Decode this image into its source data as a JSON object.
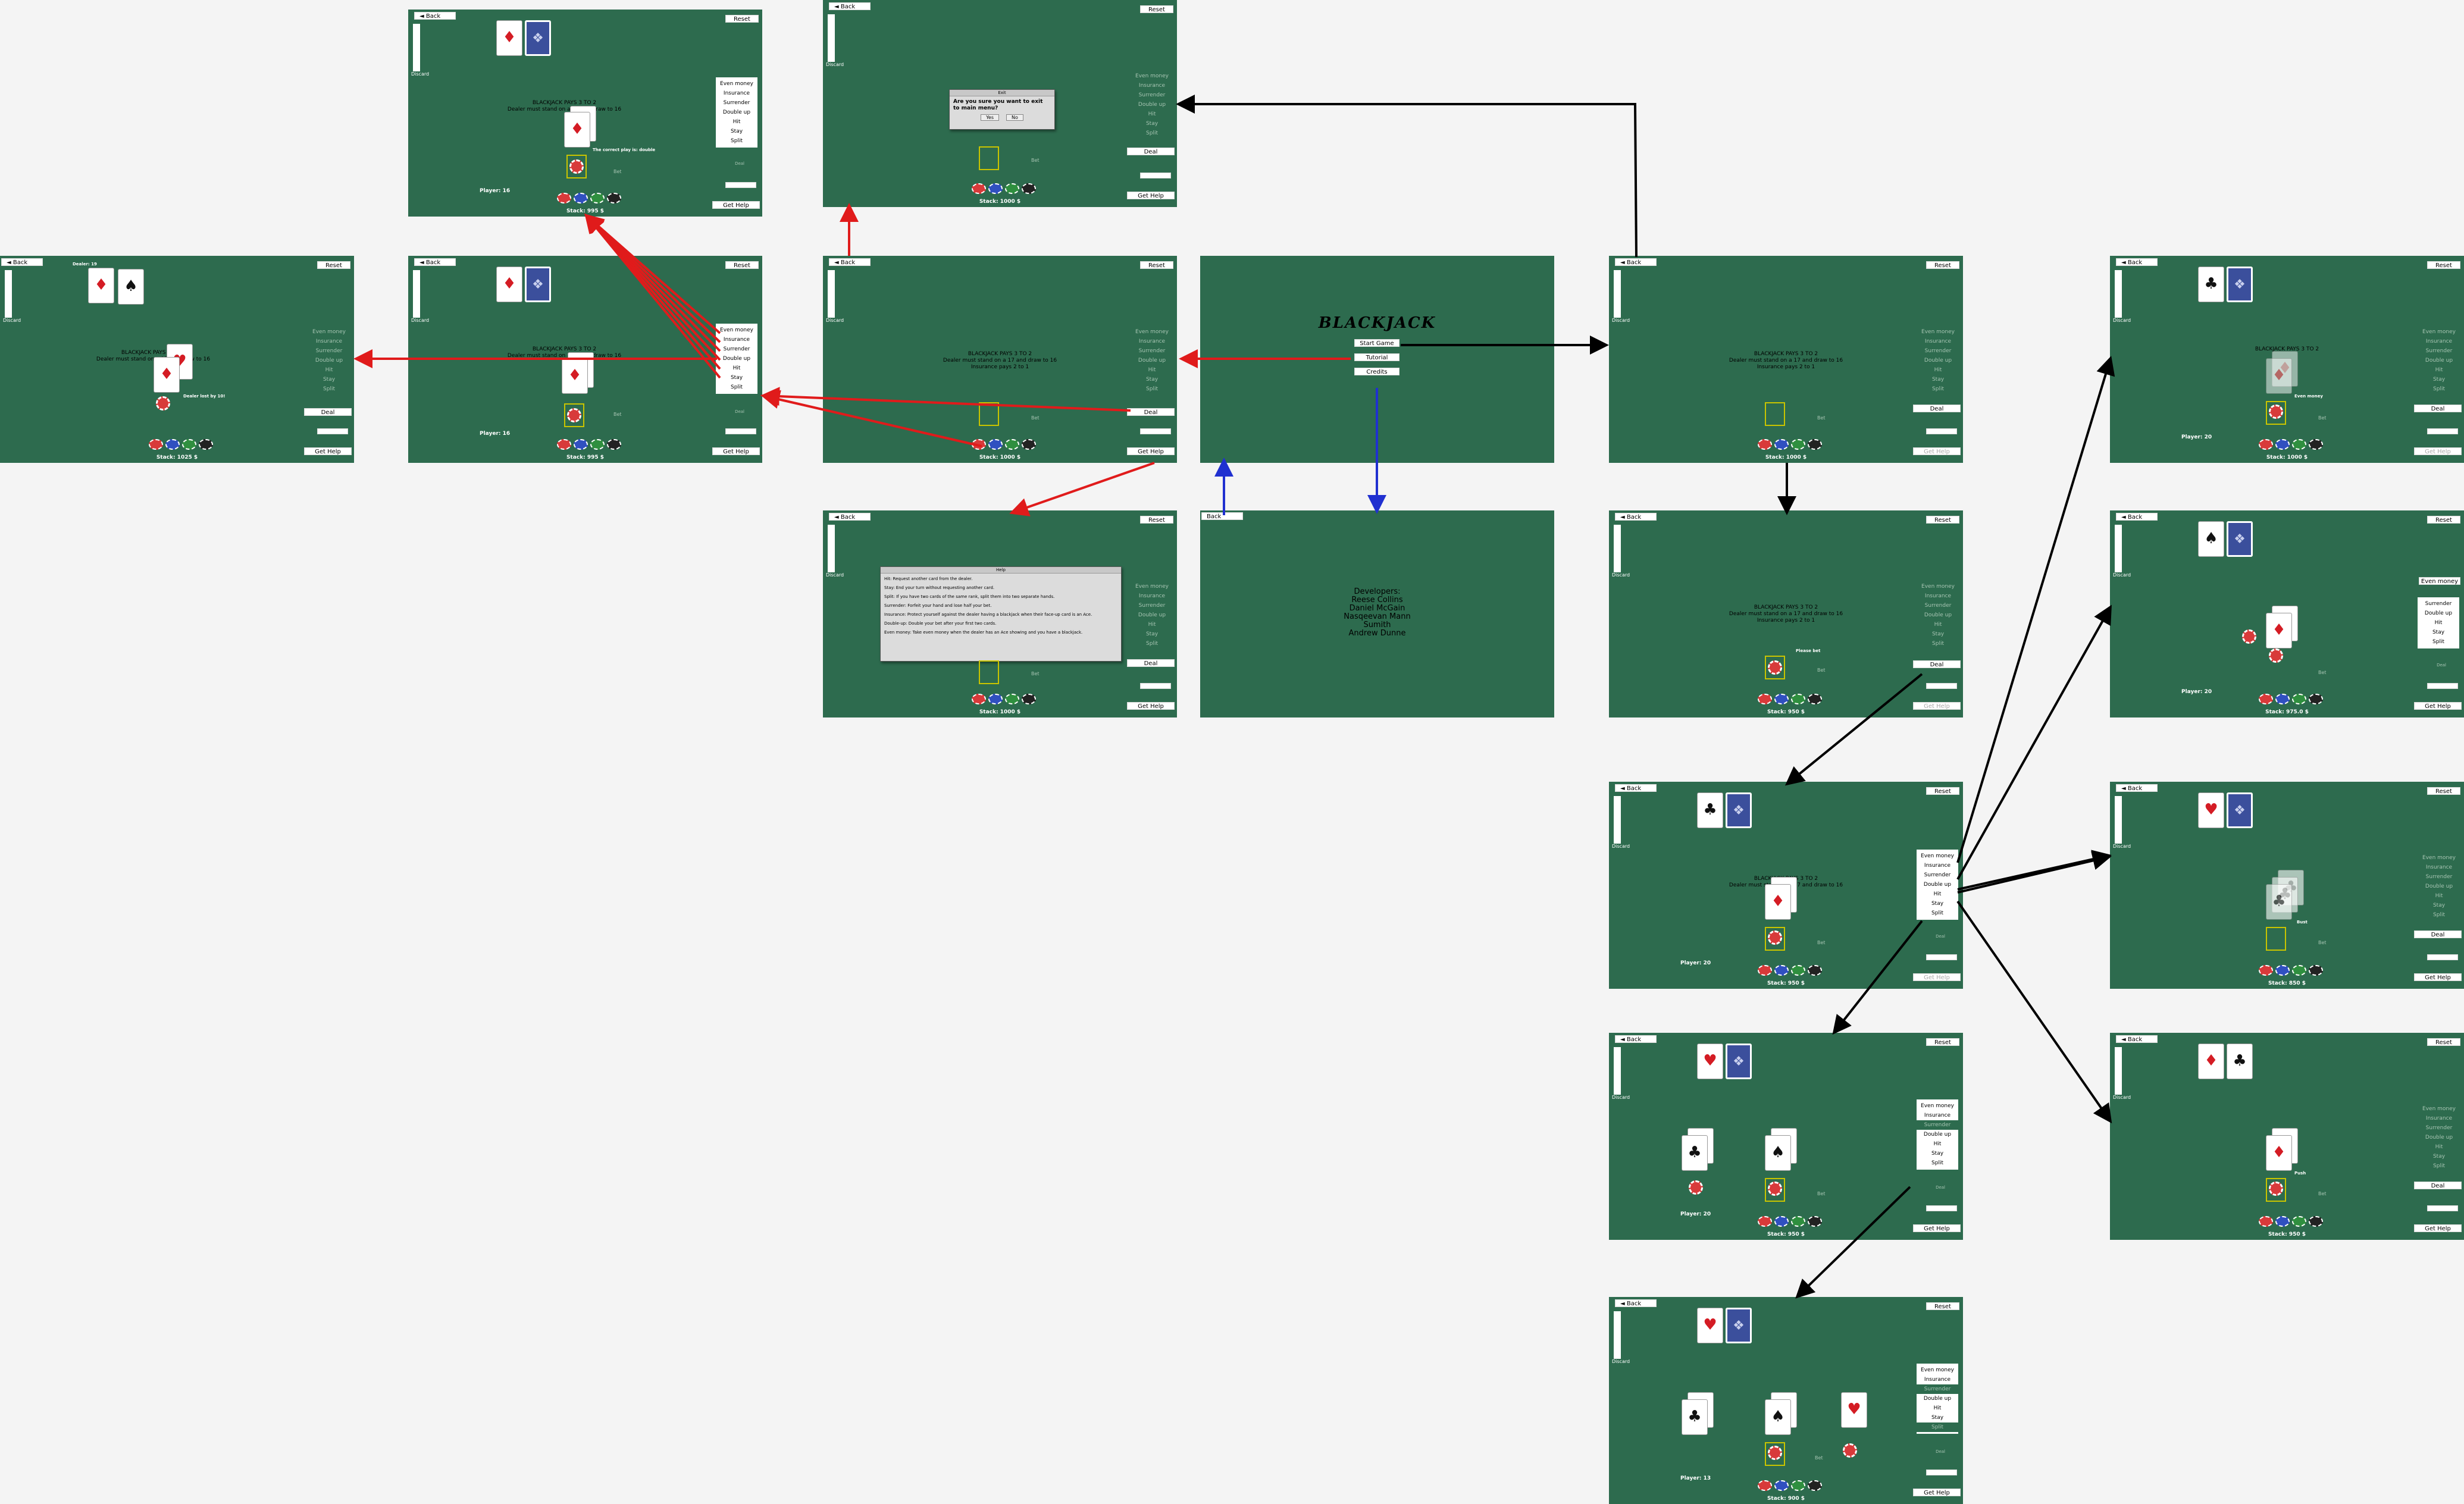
{
  "screens": [
    {
      "id": "s1",
      "back": "◄ Back",
      "reset": "Reset",
      "dealer_label": "Dealer: 19",
      "discard": "Discard",
      "table_text": "BLACKJACK PAYS 3 TO 2",
      "table_rule": "Dealer must stand on a 17 and draw to 16",
      "result": "Dealer lost by 10!",
      "deal": "Deal",
      "gethelp": "Get Help",
      "stack": "Stack: 1025 $",
      "menu": [
        "Even money",
        "Insurance",
        "Surrender",
        "Double up",
        "Hit",
        "Stay",
        "Split"
      ]
    },
    {
      "id": "s2",
      "back": "◄ Back",
      "reset": "Reset",
      "discard": "Discard",
      "table_text": "BLACKJACK PAYS 3 TO 2",
      "table_rule": "Dealer must stand on a 17 and draw to 16",
      "player": "Player: 16",
      "stack": "Stack: 995 $",
      "gethelp": "Get Help",
      "deal": "Deal",
      "bet": "Bet",
      "menu": [
        "Even money",
        "Insurance",
        "Surrender",
        "Double up",
        "Hit",
        "Stay",
        "Split"
      ]
    },
    {
      "id": "s3",
      "back": "◄ Back",
      "reset": "Reset",
      "discard": "Discard",
      "table_text": "BLACKJACK PAYS 3 TO 2",
      "table_rule": "Dealer must stand on a 17 and draw to 16",
      "player": "Player: 16",
      "stack": "Stack: 995 $",
      "gethelp": "Get Help",
      "hint": "The correct play is: double",
      "bet": "Bet",
      "deal": "Deal",
      "menu": [
        "Even money",
        "Insurance",
        "Surrender",
        "Double up",
        "Hit",
        "Stay",
        "Split"
      ]
    },
    {
      "id": "s4",
      "back": "◄ Back",
      "reset": "Reset",
      "discard": "Discard",
      "stack": "Stack: 1000 $",
      "gethelp": "Get Help",
      "deal": "Deal",
      "bet": "Bet",
      "dialog_title": "Exit",
      "dialog_text": "Are you sure you want to exit to main menu?",
      "dialog_yes": "Yes",
      "dialog_no": "No",
      "menu": [
        "Even money",
        "Insurance",
        "Surrender",
        "Double up",
        "Hit",
        "Stay",
        "Split"
      ]
    },
    {
      "id": "s5",
      "back": "◄ Back",
      "reset": "Reset",
      "discard": "Discard",
      "table_text": "BLACKJACK PAYS 3 TO 2",
      "table_rule": "Dealer must stand on a 17 and draw to 16",
      "table_rule2": "Insurance pays 2 to 1",
      "stack": "Stack: 1000 $",
      "gethelp": "Get Help",
      "deal": "Deal",
      "bet": "Bet",
      "menu": [
        "Even money",
        "Insurance",
        "Surrender",
        "Double up",
        "Hit",
        "Stay",
        "Split"
      ]
    },
    {
      "id": "s6",
      "title": "BLACKJACK",
      "start": "Start Game",
      "tutorial": "Tutorial",
      "credits": "Credits"
    },
    {
      "id": "s7",
      "back": "◄ Back",
      "reset": "Reset",
      "discard": "Discard",
      "stack": "Stack: 1000 $",
      "gethelp": "Get Help",
      "deal": "Deal",
      "bet": "Bet",
      "help_title": "Help",
      "help_lines": [
        "Hit: Request another card from the dealer.",
        "Stay: End your turn without requesting another card.",
        "Split: If you have two cards of the same rank, split them into two separate hands.",
        "Surrender: Forfeit your hand and lose half your bet.",
        "Insurance: Protect yourself against the dealer having a blackjack when their face-up card is an Ace.",
        "Double-up: Double your bet after your first two cards.",
        "Even money: Take even money when the dealer has an Ace showing and you have a blackjack."
      ],
      "menu": [
        "Even money",
        "Insurance",
        "Surrender",
        "Double up",
        "Hit",
        "Stay",
        "Split"
      ]
    },
    {
      "id": "s8",
      "back": "Back",
      "credits_title": "Developers:",
      "credits": [
        "Reese Collins",
        "Daniel McGain",
        "Nasqeevan Mann",
        "Sumith",
        "Andrew Dunne"
      ]
    },
    {
      "id": "s9",
      "back": "◄ Back",
      "reset": "Reset",
      "discard": "Discard",
      "table_text": "BLACKJACK PAYS 3 TO 2",
      "table_rule": "Dealer must stand on a 17 and draw to 16",
      "table_rule2": "Insurance pays 2 to 1",
      "stack": "Stack: 1000 $",
      "gethelp": "Get Help",
      "deal": "Deal",
      "bet": "Bet",
      "menu": [
        "Even money",
        "Insurance",
        "Surrender",
        "Double up",
        "Hit",
        "Stay",
        "Split"
      ]
    },
    {
      "id": "s10",
      "back": "◄ Back",
      "reset": "Reset",
      "discard": "Discard",
      "table_text": "BLACKJACK PAYS 3 TO 2",
      "table_rule": "Dealer must stand on a 17 and draw to 16",
      "table_rule2": "Insurance pays 2 to 1",
      "hint": "Please bet",
      "stack": "Stack: 950 $",
      "gethelp": "Get Help",
      "deal": "Deal",
      "bet": "Bet",
      "menu": [
        "Even money",
        "Insurance",
        "Surrender",
        "Double up",
        "Hit",
        "Stay",
        "Split"
      ]
    },
    {
      "id": "s11",
      "back": "◄ Back",
      "reset": "Reset",
      "discard": "Discard",
      "table_text": "BLACKJACK PAYS 3 TO 2",
      "table_rule": "Dealer must stand on a 17 and draw to 16",
      "player": "Player: 20",
      "stack": "Stack: 950 $",
      "gethelp": "Get Help",
      "deal": "Deal",
      "bet": "Bet",
      "menu": [
        "Even money",
        "Insurance",
        "Surrender",
        "Double up",
        "Hit",
        "Stay",
        "Split"
      ]
    },
    {
      "id": "s12",
      "back": "◄ Back",
      "reset": "Reset",
      "discard": "Discard",
      "player": "Player: 20",
      "stack": "Stack: 950 $",
      "gethelp": "Get Help",
      "deal": "Deal",
      "bet": "Bet",
      "menu": [
        "Even money",
        "Insurance",
        "Surrender",
        "Double up",
        "Hit",
        "Stay",
        "Split"
      ]
    },
    {
      "id": "s13",
      "back": "◄ Back",
      "reset": "Reset",
      "discard": "Discard",
      "player": "Player: 13",
      "stack": "Stack: 900 $",
      "gethelp": "Get Help",
      "deal": "Deal",
      "bet": "Bet",
      "menu": [
        "Even money",
        "Insurance",
        "Surrender",
        "Double up",
        "Hit",
        "Stay",
        "Split"
      ]
    },
    {
      "id": "s14",
      "back": "◄ Back",
      "reset": "Reset",
      "discard": "Discard",
      "table_text": "BLACKJACK PAYS 3 TO 2",
      "player": "Player: 20",
      "hint": "Even money",
      "stack": "Stack: 1000 $",
      "gethelp": "Get Help",
      "deal": "Deal",
      "bet": "Bet",
      "menu": [
        "Even money",
        "Insurance",
        "Surrender",
        "Double up",
        "Hit",
        "Stay",
        "Split"
      ]
    },
    {
      "id": "s15",
      "back": "◄ Back",
      "reset": "Reset",
      "discard": "Discard",
      "player": "Player: 20",
      "stack": "Stack: 975.0 $",
      "gethelp": "Get Help",
      "deal": "Deal",
      "bet": "Bet",
      "even_money": "Even money",
      "menu": [
        "Surrender",
        "Double up",
        "Hit",
        "Stay",
        "Split"
      ]
    },
    {
      "id": "s16",
      "back": "◄ Back",
      "reset": "Reset",
      "discard": "Discard",
      "hint": "Bust",
      "stack": "Stack: 850 $",
      "gethelp": "Get Help",
      "deal": "Deal",
      "bet": "Bet",
      "menu": [
        "Even money",
        "Insurance",
        "Surrender",
        "Double up",
        "Hit",
        "Stay",
        "Split"
      ]
    },
    {
      "id": "s17",
      "back": "◄ Back",
      "reset": "Reset",
      "discard": "Discard",
      "hint": "Push",
      "stack": "Stack: 950 $",
      "gethelp": "Get Help",
      "deal": "Deal",
      "bet": "Bet",
      "menu": [
        "Even money",
        "Insurance",
        "Surrender",
        "Double up",
        "Hit",
        "Stay",
        "Split"
      ]
    }
  ],
  "colors": {
    "felt": "#2d6b4e",
    "red_arrow": "#e01b1b",
    "black_arrow": "#000000",
    "blue_arrow": "#2030d0"
  }
}
